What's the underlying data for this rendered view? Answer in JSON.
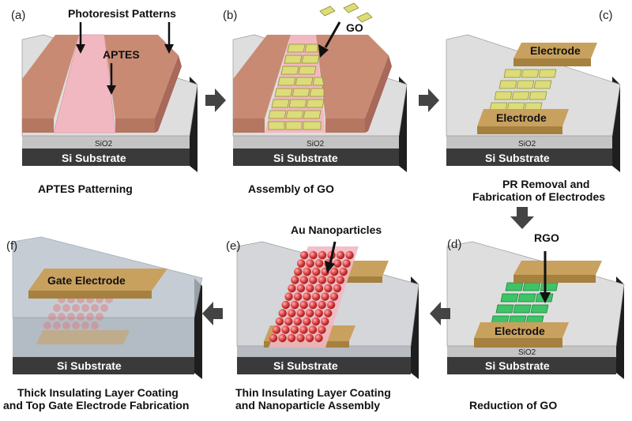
{
  "panels": {
    "a": {
      "letter": "(a)",
      "labels": {
        "photoresist": "Photoresist Patterns",
        "aptes": "APTES",
        "sio2": "SiO2",
        "substrate": "Si Substrate"
      },
      "caption": [
        "APTES Patterning"
      ]
    },
    "b": {
      "letter": "(b)",
      "labels": {
        "go": "GO",
        "sio2": "SiO2",
        "substrate": "Si Substrate"
      },
      "caption": [
        "Assembly of GO"
      ]
    },
    "c": {
      "letter": "(c)",
      "labels": {
        "electrode_top": "Electrode",
        "electrode_bottom": "Electrode",
        "sio2": "SiO2",
        "substrate": "Si Substrate"
      },
      "caption": [
        "PR Removal and",
        "Fabrication of Electrodes"
      ]
    },
    "d": {
      "letter": "(d)",
      "labels": {
        "rgo": "RGO",
        "electrode": "Electrode",
        "sio2": "SiO2",
        "substrate": "Si Substrate"
      },
      "caption": [
        "Reduction of GO"
      ]
    },
    "e": {
      "letter": "(e)",
      "labels": {
        "nanoparticles": "Au Nanoparticles",
        "substrate": "Si Substrate"
      },
      "caption": [
        "Thin Insulating Layer Coating",
        "and Nanoparticle Assembly"
      ]
    },
    "f": {
      "letter": "(f)",
      "labels": {
        "gate": "Gate Electrode",
        "substrate": "Si Substrate"
      },
      "caption": [
        "Thick Insulating Layer Coating",
        "and Top Gate Electrode Fabrication"
      ]
    }
  },
  "colors": {
    "photoresist": "#c98a73",
    "aptes": "#f2b8c2",
    "go_flake": "#dcdc78",
    "rgo_flake": "#3cc466",
    "electrode": "#c9a15e",
    "substrate": "#3a3a3a",
    "sio2": "#c8c8c8",
    "nanoparticle": "#e04848"
  }
}
